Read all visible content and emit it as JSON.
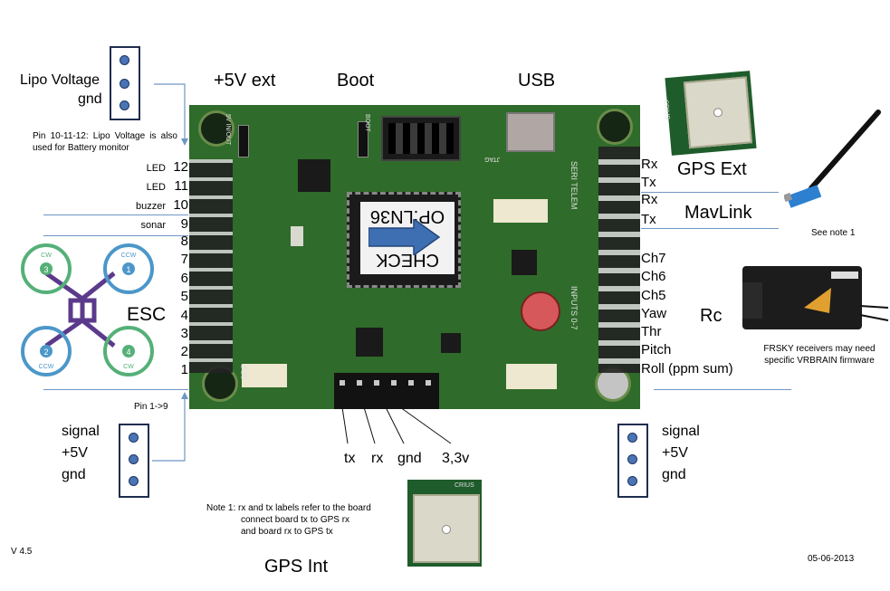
{
  "top_labels": {
    "ext": "+5V ext",
    "boot": "Boot",
    "usb": "USB"
  },
  "lipo": {
    "title": "Lipo Voltage",
    "gnd": "gnd",
    "note": "Pin 10-11-12: Lipo Voltage is also used for Battery monitor"
  },
  "left_pins": [
    {
      "num": "12",
      "label": "LED"
    },
    {
      "num": "11",
      "label": "LED"
    },
    {
      "num": "10",
      "label": "buzzer"
    },
    {
      "num": "9",
      "label": "sonar"
    },
    {
      "num": "8",
      "label": ""
    },
    {
      "num": "7",
      "label": ""
    },
    {
      "num": "6",
      "label": ""
    },
    {
      "num": "5",
      "label": ""
    },
    {
      "num": "4",
      "label": ""
    },
    {
      "num": "3",
      "label": ""
    },
    {
      "num": "2",
      "label": ""
    },
    {
      "num": "1",
      "label": ""
    }
  ],
  "esc": "ESC",
  "quad": {
    "cw": "CW",
    "ccw": "CCW",
    "motors": [
      "1",
      "2",
      "3",
      "4"
    ]
  },
  "pin_range": "Pin 1->9",
  "left_connector": {
    "signal": "signal",
    "v5": "+5V",
    "gnd": "gnd"
  },
  "right_connector": {
    "signal": "signal",
    "v5": "+5V",
    "gnd": "gnd"
  },
  "right_pins": [
    "Rx",
    "Tx",
    "Rx",
    "Tx",
    "Ch7",
    "Ch6",
    "Ch5",
    "Yaw",
    "Thr",
    "Pitch",
    "Roll  (ppm sum)"
  ],
  "gps_ext": "GPS Ext",
  "mavlink": "MavLink",
  "see_note": "See note 1",
  "rc": "Rc",
  "frsky_note": "FRSKY receivers may need specific VRBRAIN firmware",
  "bottom_pins": [
    "tx",
    "rx",
    "gnd",
    "3,3v"
  ],
  "note1": {
    "line1": "Note 1: rx and tx labels  refer to the board",
    "line2": "connect board tx to GPS rx",
    "line3": "and board rx to GPS  tx"
  },
  "gps_int": "GPS Int",
  "version": "V 4.5",
  "date": "05-06-2013",
  "board": {
    "chip_text": "OP:LN36",
    "chip_text2": "CHECK",
    "silk": {
      "sdp": "SDP",
      "seri_telem": "SERI TELEM",
      "inputs": "INPUTS 0-7",
      "boot": "BOOT",
      "jtag": "JTAG",
      "in_out": "5V IN/OUT"
    },
    "crius": "CRIUS"
  },
  "colors": {
    "board": "#2f6b2a",
    "board_dark": "#1d4a1c",
    "connector": "#1f2d4f",
    "dot": "#4a74b4",
    "line": "#6f96c5",
    "arrow": "#3f6fb3",
    "quad_green": "#55b078",
    "quad_blue": "#4c97c9",
    "quad_frame": "#5b3a8c"
  }
}
